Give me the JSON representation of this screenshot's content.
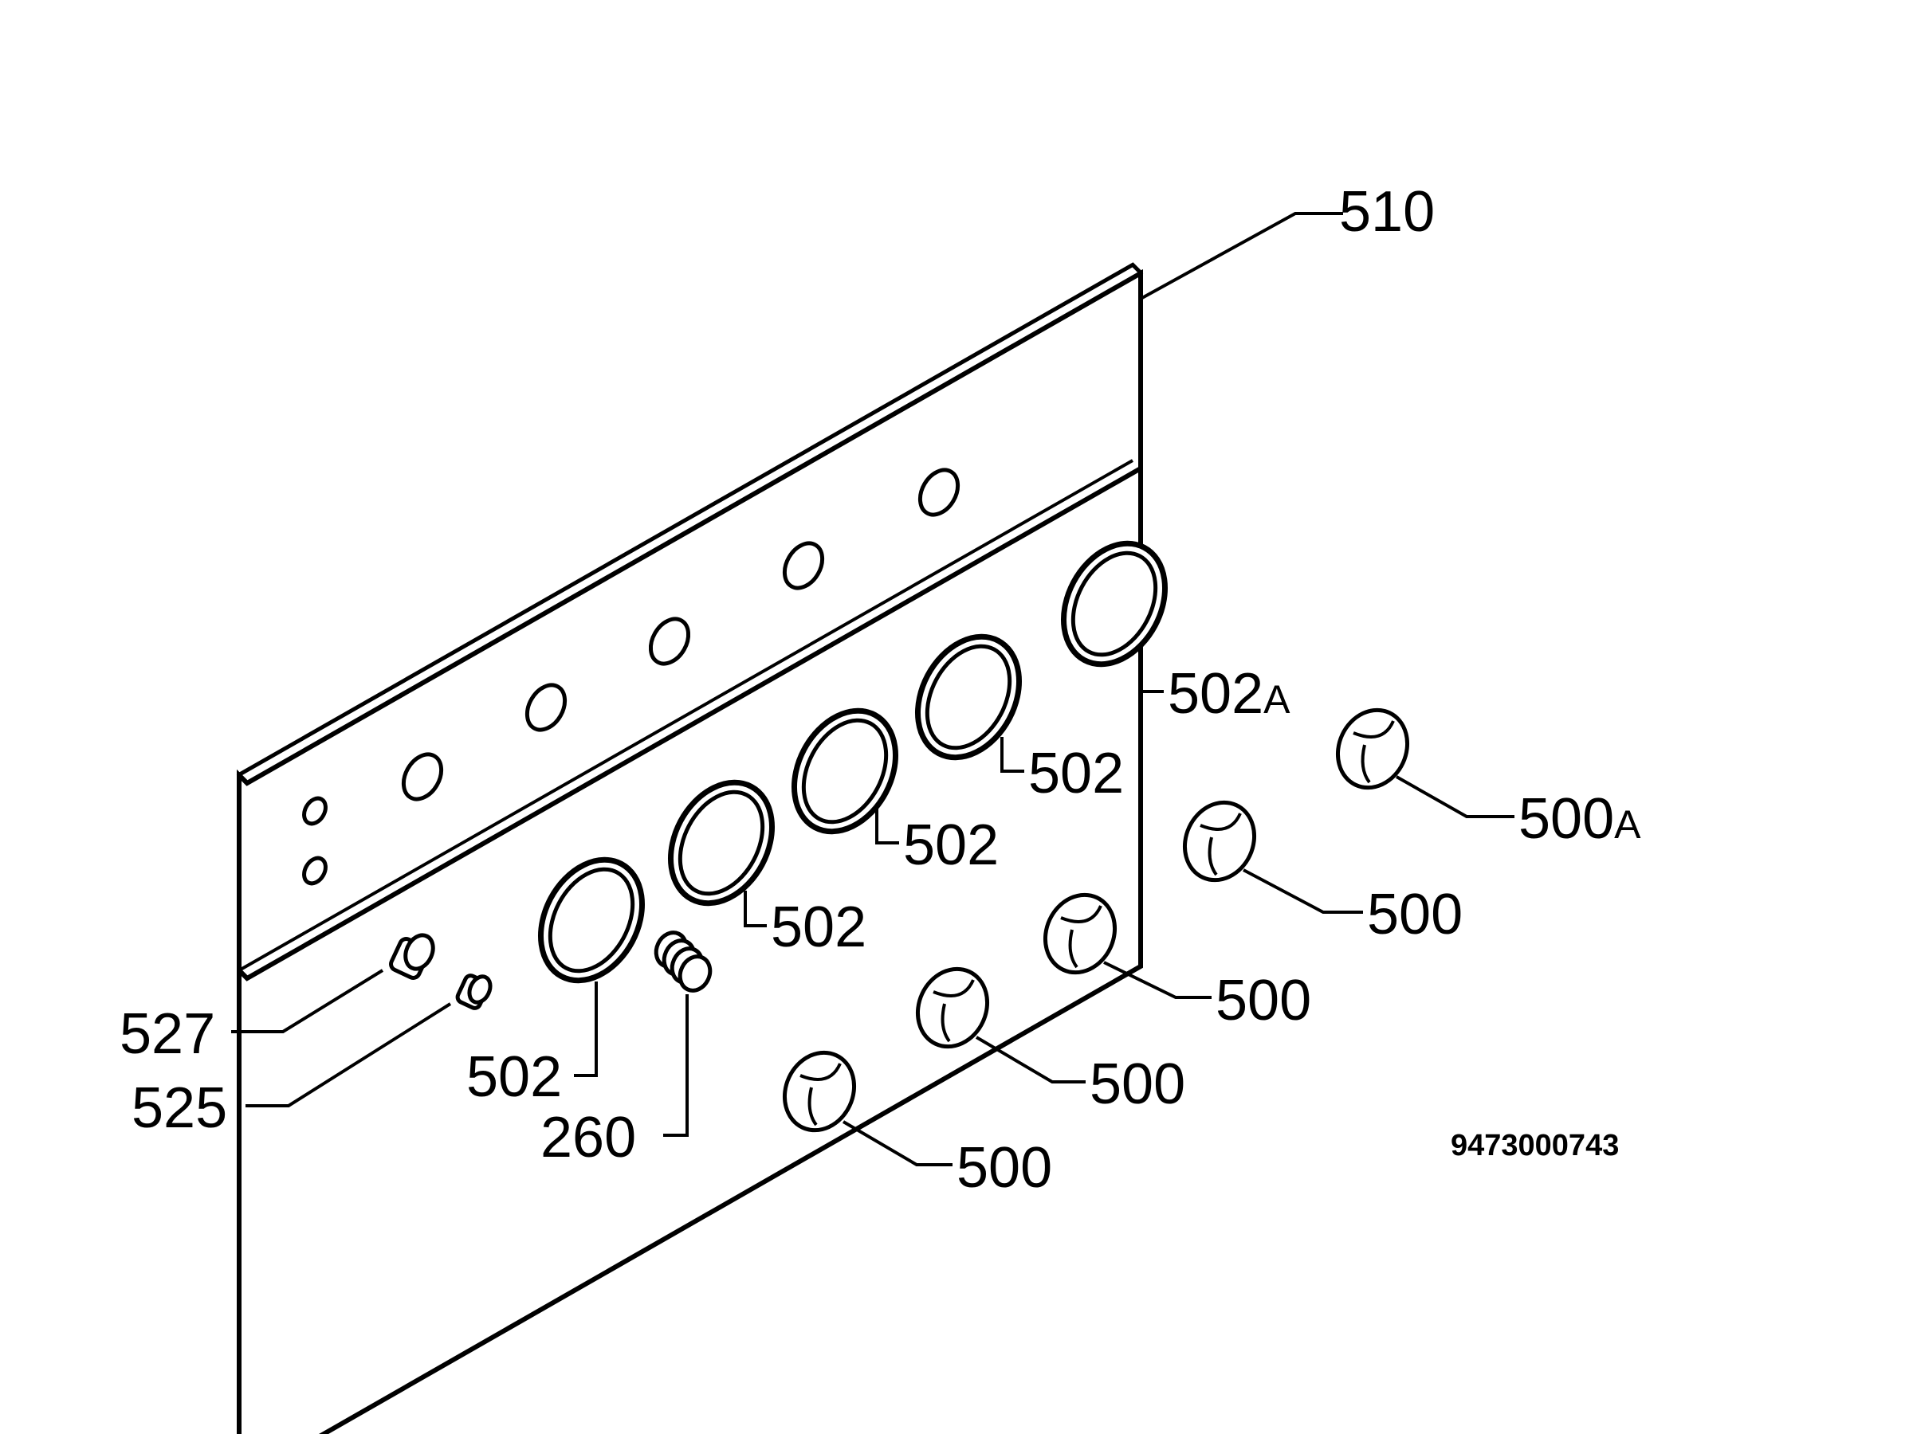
{
  "diagram": {
    "reference_number": "9473000743",
    "parts": [
      {
        "id": "panel",
        "label": "510",
        "suffix": ""
      },
      {
        "id": "ring-1",
        "label": "502",
        "suffix": "A"
      },
      {
        "id": "ring-2",
        "label": "502",
        "suffix": ""
      },
      {
        "id": "ring-3",
        "label": "502",
        "suffix": ""
      },
      {
        "id": "ring-4",
        "label": "502",
        "suffix": ""
      },
      {
        "id": "ring-5",
        "label": "502",
        "suffix": ""
      },
      {
        "id": "knob-1",
        "label": "500",
        "suffix": "A"
      },
      {
        "id": "knob-2",
        "label": "500",
        "suffix": ""
      },
      {
        "id": "knob-3",
        "label": "500",
        "suffix": ""
      },
      {
        "id": "knob-4",
        "label": "500",
        "suffix": ""
      },
      {
        "id": "knob-5",
        "label": "500",
        "suffix": ""
      },
      {
        "id": "spring",
        "label": "260",
        "suffix": ""
      },
      {
        "id": "bushing-large",
        "label": "527",
        "suffix": ""
      },
      {
        "id": "bushing-small",
        "label": "525",
        "suffix": ""
      }
    ]
  }
}
